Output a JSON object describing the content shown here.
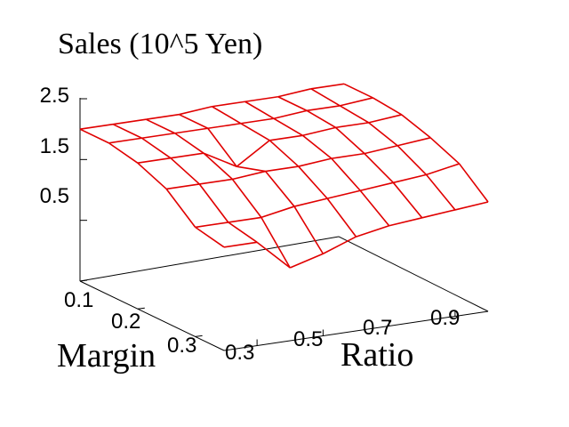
{
  "chart_data": {
    "type": "surface",
    "title": "Sales (10^5 Yen)",
    "xlabel": "Ratio",
    "ylabel": "Margin",
    "x_ticks": [
      "0.3",
      "0.5",
      "0.7",
      "0.9"
    ],
    "y_ticks": [
      "0.1",
      "0.2",
      "0.3"
    ],
    "z_ticks": [
      "2.5",
      "1.5",
      "0.5"
    ],
    "x": [
      0.2,
      0.3,
      0.4,
      0.5,
      0.6,
      0.7,
      0.8,
      0.9,
      1.0
    ],
    "y": [
      0.1,
      0.15,
      0.2,
      0.25,
      0.3,
      0.35
    ],
    "z": [
      [
        2.0,
        2.0,
        2.0,
        2.0,
        2.05,
        2.05,
        2.05,
        2.1,
        2.1
      ],
      [
        2.0,
        2.0,
        2.0,
        2.0,
        2.0,
        2.0,
        2.05,
        2.05,
        2.1
      ],
      [
        1.9,
        1.9,
        1.9,
        1.6,
        1.95,
        1.95,
        2.0,
        2.0,
        2.05
      ],
      [
        1.7,
        1.7,
        1.7,
        1.75,
        1.75,
        1.8,
        1.8,
        1.85,
        1.9
      ],
      [
        1.3,
        1.3,
        1.3,
        1.4,
        1.45,
        1.5,
        1.55,
        1.6,
        1.7
      ],
      [
        1.2,
        1.2,
        0.7,
        0.85,
        1.05,
        1.15,
        1.2,
        1.25,
        1.3
      ]
    ],
    "zlim": [
      -0.5,
      2.5
    ],
    "surface_color": "#e00000",
    "axis_color": "#000000"
  }
}
